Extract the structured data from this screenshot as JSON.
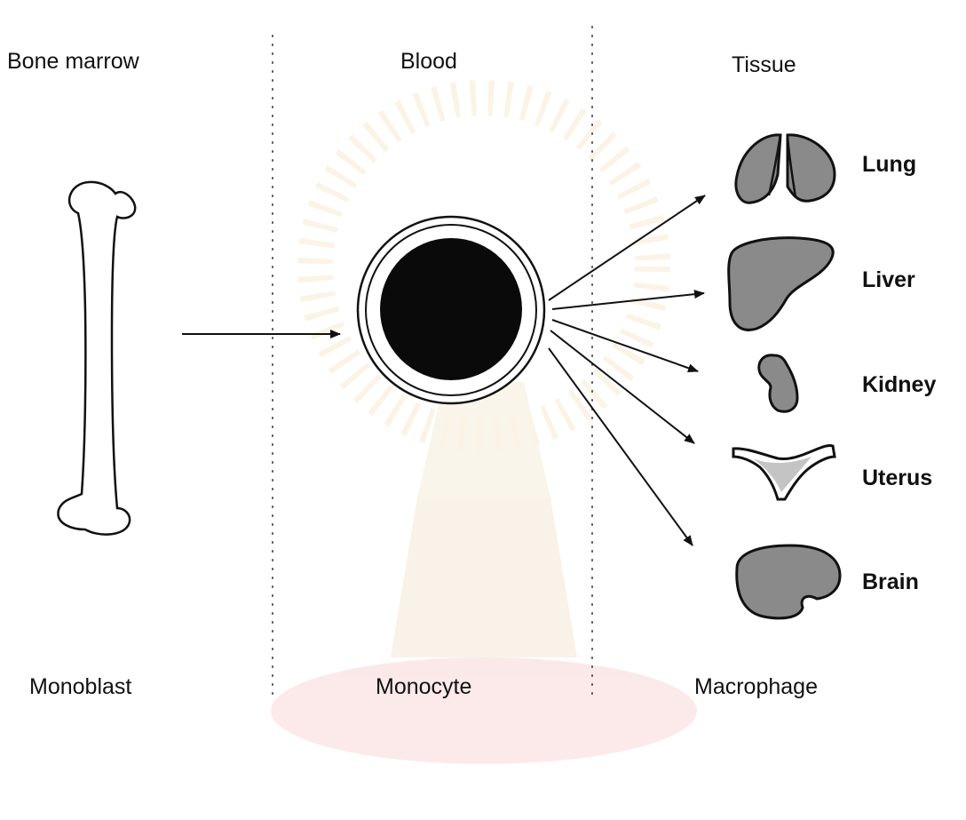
{
  "columns": {
    "bone_marrow": "Bone marrow",
    "blood": "Blood",
    "tissue": "Tissue"
  },
  "stages": {
    "monoblast": "Monoblast",
    "monocyte": "Monocyte",
    "macrophage": "Macrophage"
  },
  "organs": [
    {
      "label": "Lung",
      "icon": "lung-icon"
    },
    {
      "label": "Liver",
      "icon": "liver-icon"
    },
    {
      "label": "Kidney",
      "icon": "kidney-icon"
    },
    {
      "label": "Uterus",
      "icon": "uterus-icon"
    },
    {
      "label": "Brain",
      "icon": "brain-icon"
    }
  ],
  "colors": {
    "ink": "#111111",
    "organ_fill": "#8a8a8a",
    "watermark": "#f2d9b0"
  }
}
